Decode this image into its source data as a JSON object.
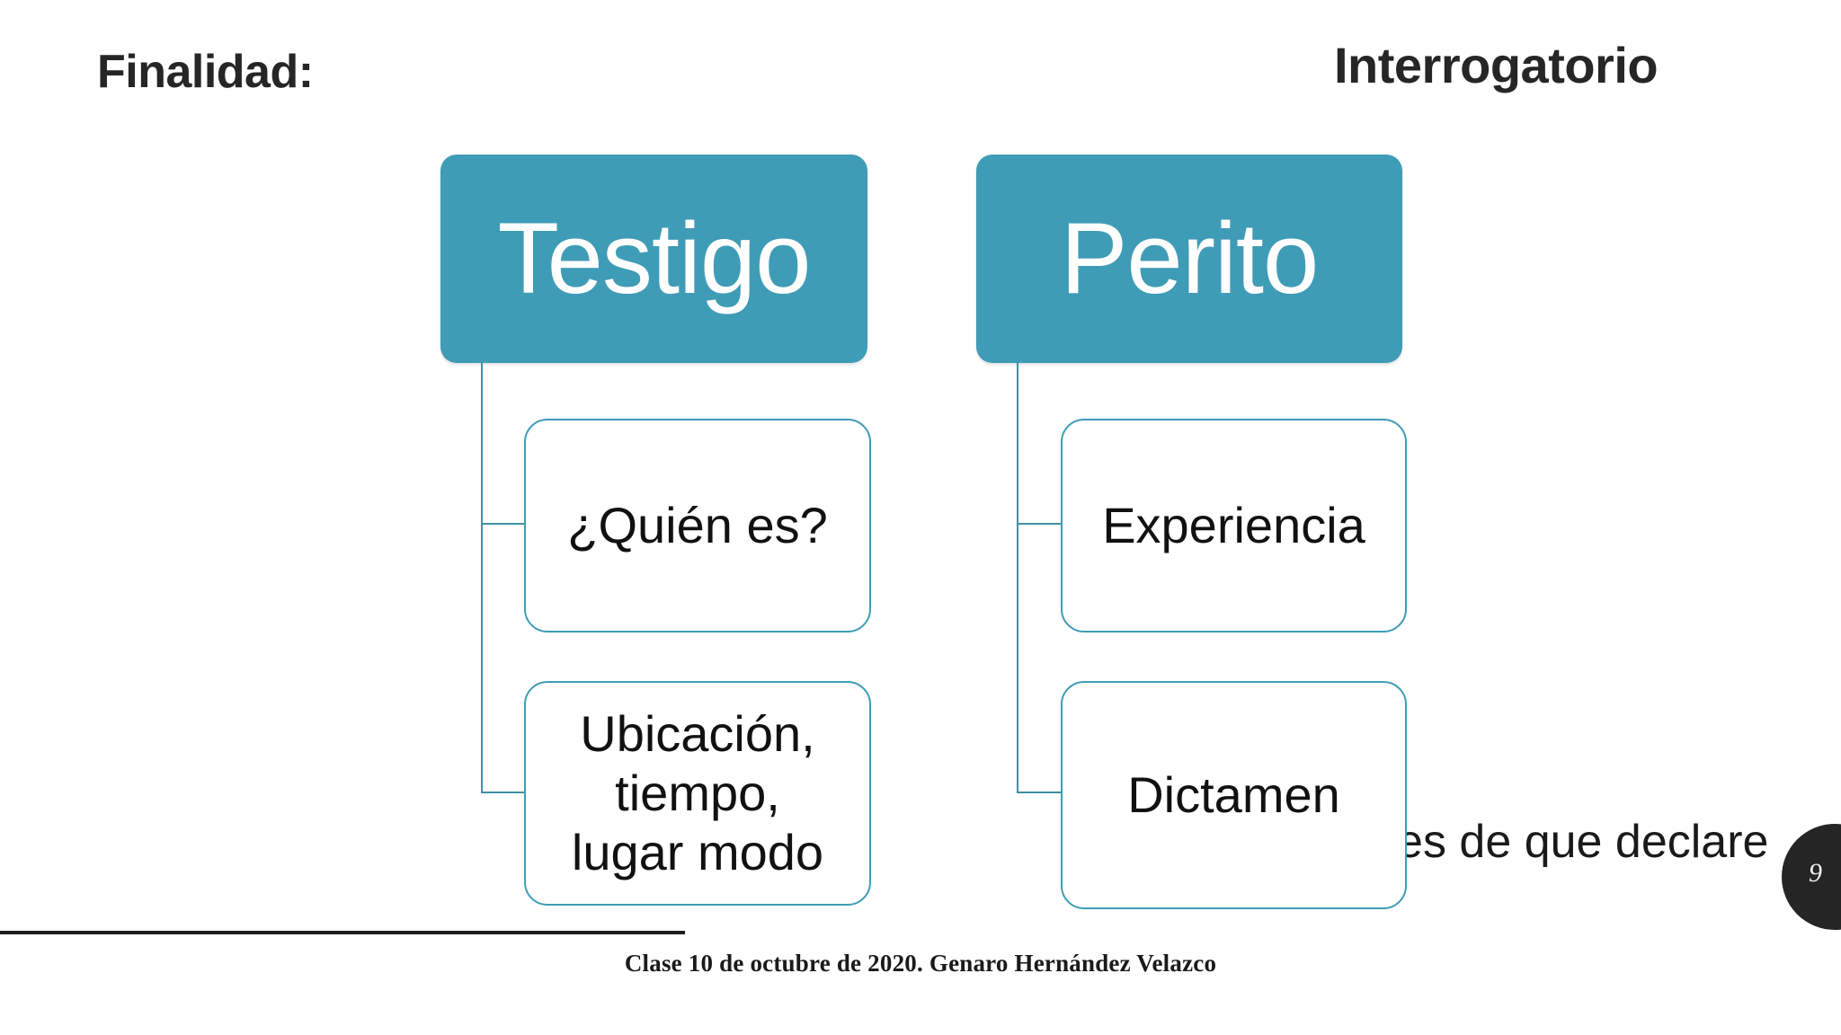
{
  "slide": {
    "heading_left": "Finalidad:",
    "heading_right": "Interrogatorio",
    "background_caption": "Antes de que declare",
    "footer_text": "Clase 10 de octubre de 2020. Genaro Hernández Velazco",
    "page_number": "9",
    "colors": {
      "teal_fill": "#3f9cb6",
      "teal_border": "#3f8fa6",
      "heading_text": "#262626",
      "body_text": "#111111",
      "badge_fill": "#252525",
      "footer_rule": "#1f1f1f",
      "background": "#ffffff"
    }
  },
  "diagram": {
    "type": "tree",
    "branches": [
      {
        "id": "testigo",
        "label": "Testigo",
        "children": [
          {
            "id": "quien",
            "label": "¿Quién es?"
          },
          {
            "id": "ubicacion",
            "label": "Ubicación,\ntiempo,\nlugar modo"
          }
        ]
      },
      {
        "id": "perito",
        "label": "Perito",
        "children": [
          {
            "id": "experiencia",
            "label": "Experiencia"
          },
          {
            "id": "dictamen",
            "label": "Dictamen"
          }
        ]
      }
    ]
  }
}
